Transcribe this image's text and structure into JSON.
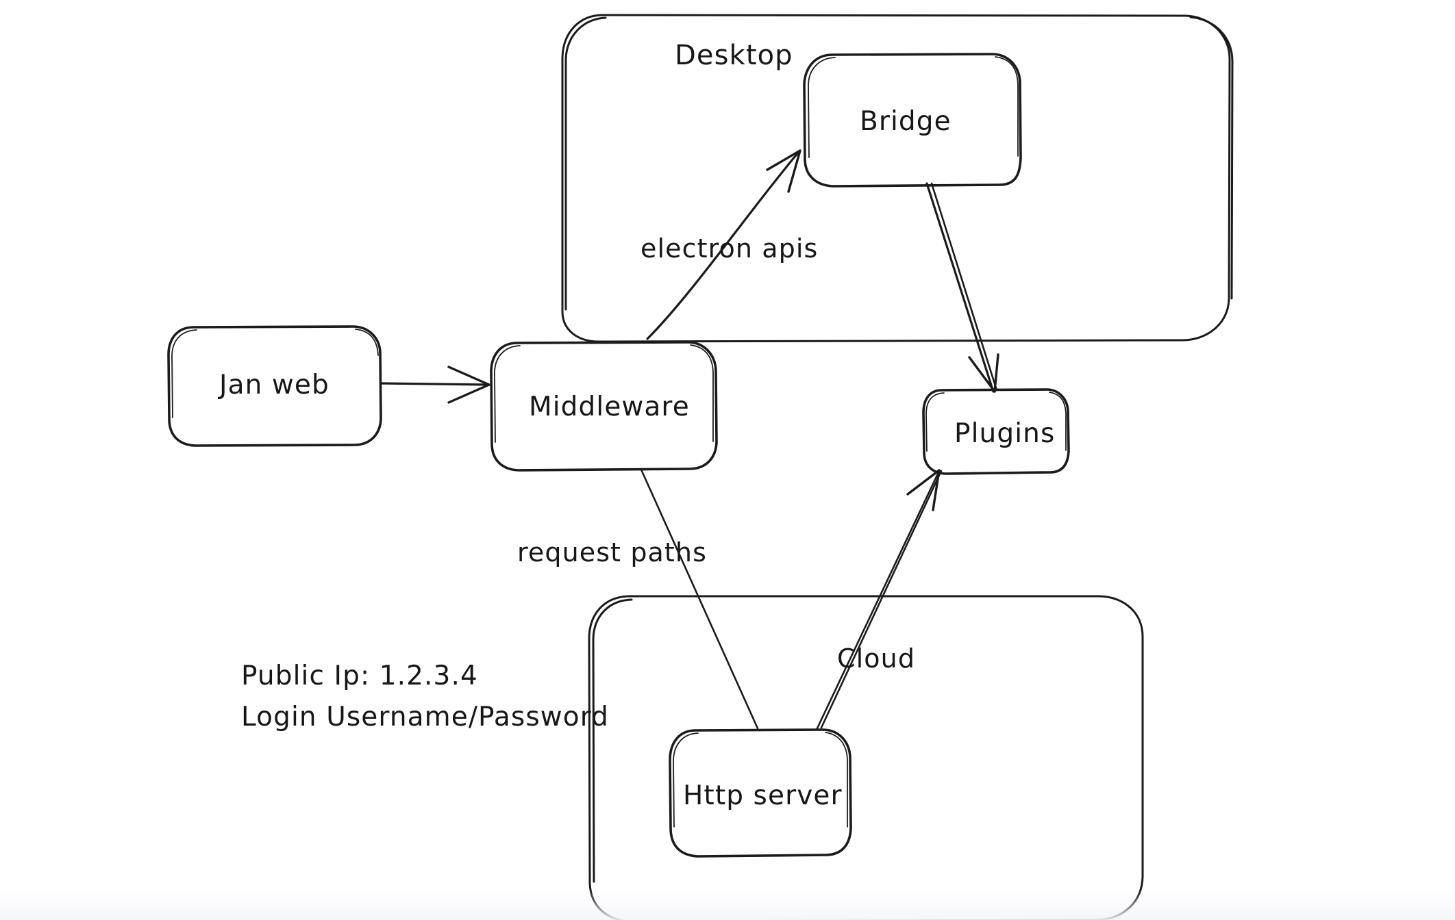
{
  "diagram": {
    "title": "Jan architecture sketch",
    "style": "hand-drawn whiteboard",
    "background_color": "#ffffff",
    "stroke_color": "#1b1b1b",
    "containers": [
      {
        "id": "desktop",
        "label": "Desktop"
      },
      {
        "id": "cloud",
        "label": ""
      }
    ],
    "nodes": [
      {
        "id": "jan-web",
        "label": "Jan web"
      },
      {
        "id": "middleware",
        "label": "Middleware"
      },
      {
        "id": "bridge",
        "label": "Bridge"
      },
      {
        "id": "plugins",
        "label": "Plugins"
      },
      {
        "id": "http-server",
        "label": "Http server"
      }
    ],
    "edges": [
      {
        "id": "janweb-to-middleware",
        "from": "Jan web",
        "to": "Middleware",
        "label": ""
      },
      {
        "id": "middleware-to-bridge",
        "from": "Middleware",
        "to": "Bridge",
        "label": "electron apis"
      },
      {
        "id": "bridge-to-plugins",
        "from": "Bridge",
        "to": "Plugins",
        "label": ""
      },
      {
        "id": "middleware-to-httpserver",
        "from": "Middleware",
        "to": "Http server",
        "label": "request paths"
      },
      {
        "id": "httpserver-to-plugins",
        "from": "Http server",
        "to": "Plugins",
        "label": "Cloud"
      }
    ],
    "labels": {
      "electron_apis": "electron apis",
      "request_paths": "request paths",
      "cloud": "Cloud"
    },
    "notes": {
      "line1": "Public Ip: 1.2.3.4",
      "line2": "Login Username/Password"
    }
  }
}
